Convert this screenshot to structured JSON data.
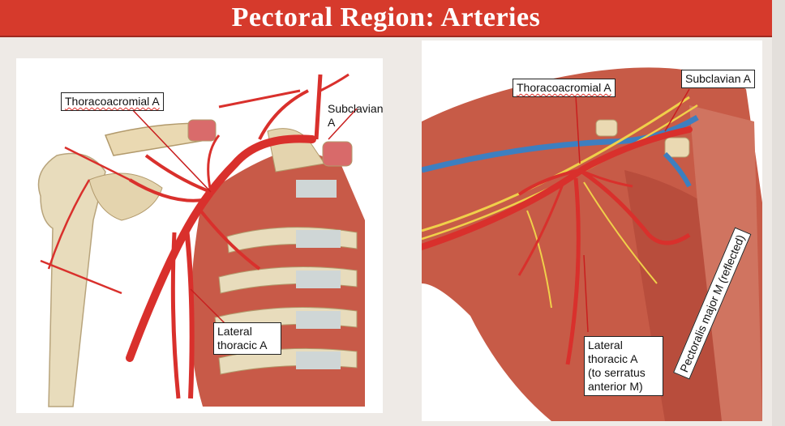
{
  "slide": {
    "title": "Pectoral Region: Arteries"
  },
  "left_panel": {
    "labels": {
      "thoracoacromial": "Thoracoacromial A",
      "subclavian": "Subclavian A",
      "lateral_line1": "Lateral",
      "lateral_line2": "thoracic A"
    }
  },
  "right_panel": {
    "labels": {
      "thoracoacromial": "Thoracoacromial A",
      "subclavian": "Subclavian A",
      "lateral_line1": "Lateral",
      "lateral_line2": "thoracic A",
      "lateral_line3": "(to serratus",
      "lateral_line4": "anterior M)",
      "pectoralis": "Pectoralis major M (reflected)"
    }
  },
  "colors": {
    "title_bar": "#d63a2c",
    "artery": "#d9302c",
    "bone": "#e9dcbc",
    "muscle": "#c9634e",
    "vein": "#3d7fc0",
    "nerve": "#f0d04a"
  }
}
